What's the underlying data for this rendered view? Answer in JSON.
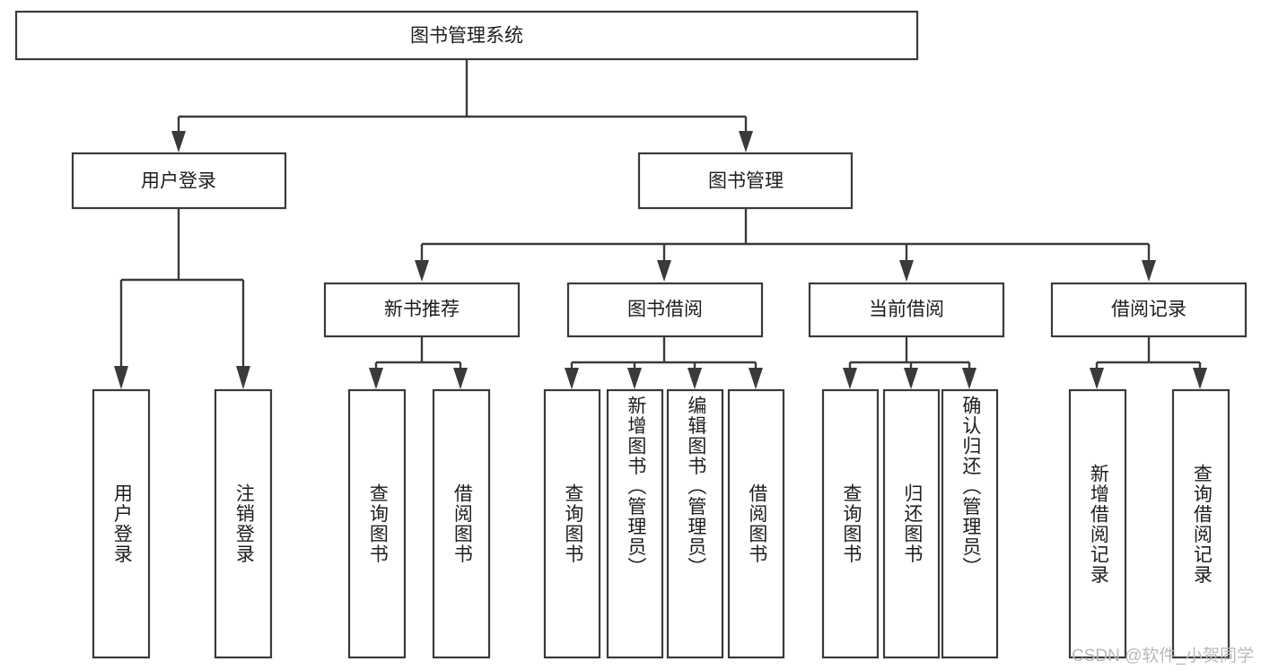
{
  "diagram": {
    "type": "tree-hierarchy",
    "title": "图书管理系统",
    "watermark": "CSDN @软件_小贺同学",
    "colors": {
      "box_stroke": "#3a3a3a",
      "box_fill": "#ffffff",
      "text": "#1d1d1d",
      "background": "#ffffff",
      "watermark": "#b9b9b9"
    },
    "levels": {
      "root": {
        "label": "图书管理系统"
      },
      "level2": [
        {
          "label": "用户登录"
        },
        {
          "label": "图书管理"
        }
      ],
      "level3": [
        {
          "label": "新书推荐"
        },
        {
          "label": "图书借阅"
        },
        {
          "label": "当前借阅"
        },
        {
          "label": "借阅记录"
        }
      ],
      "leaves": {
        "user_login": [
          {
            "label": "用户登录"
          },
          {
            "label": "注销登录"
          }
        ],
        "new_book_recommend": [
          {
            "label": "查询图书"
          },
          {
            "label": "借阅图书"
          }
        ],
        "book_borrow": [
          {
            "label": "查询图书"
          },
          {
            "label": "新增图书（管理员）"
          },
          {
            "label": "编辑图书（管理员）"
          },
          {
            "label": "借阅图书"
          }
        ],
        "current_borrow": [
          {
            "label": "查询图书"
          },
          {
            "label": "归还图书"
          },
          {
            "label": "确认归还（管理员）"
          }
        ],
        "borrow_record": [
          {
            "label": "新增借阅记录"
          },
          {
            "label": "查询借阅记录"
          }
        ]
      }
    }
  }
}
